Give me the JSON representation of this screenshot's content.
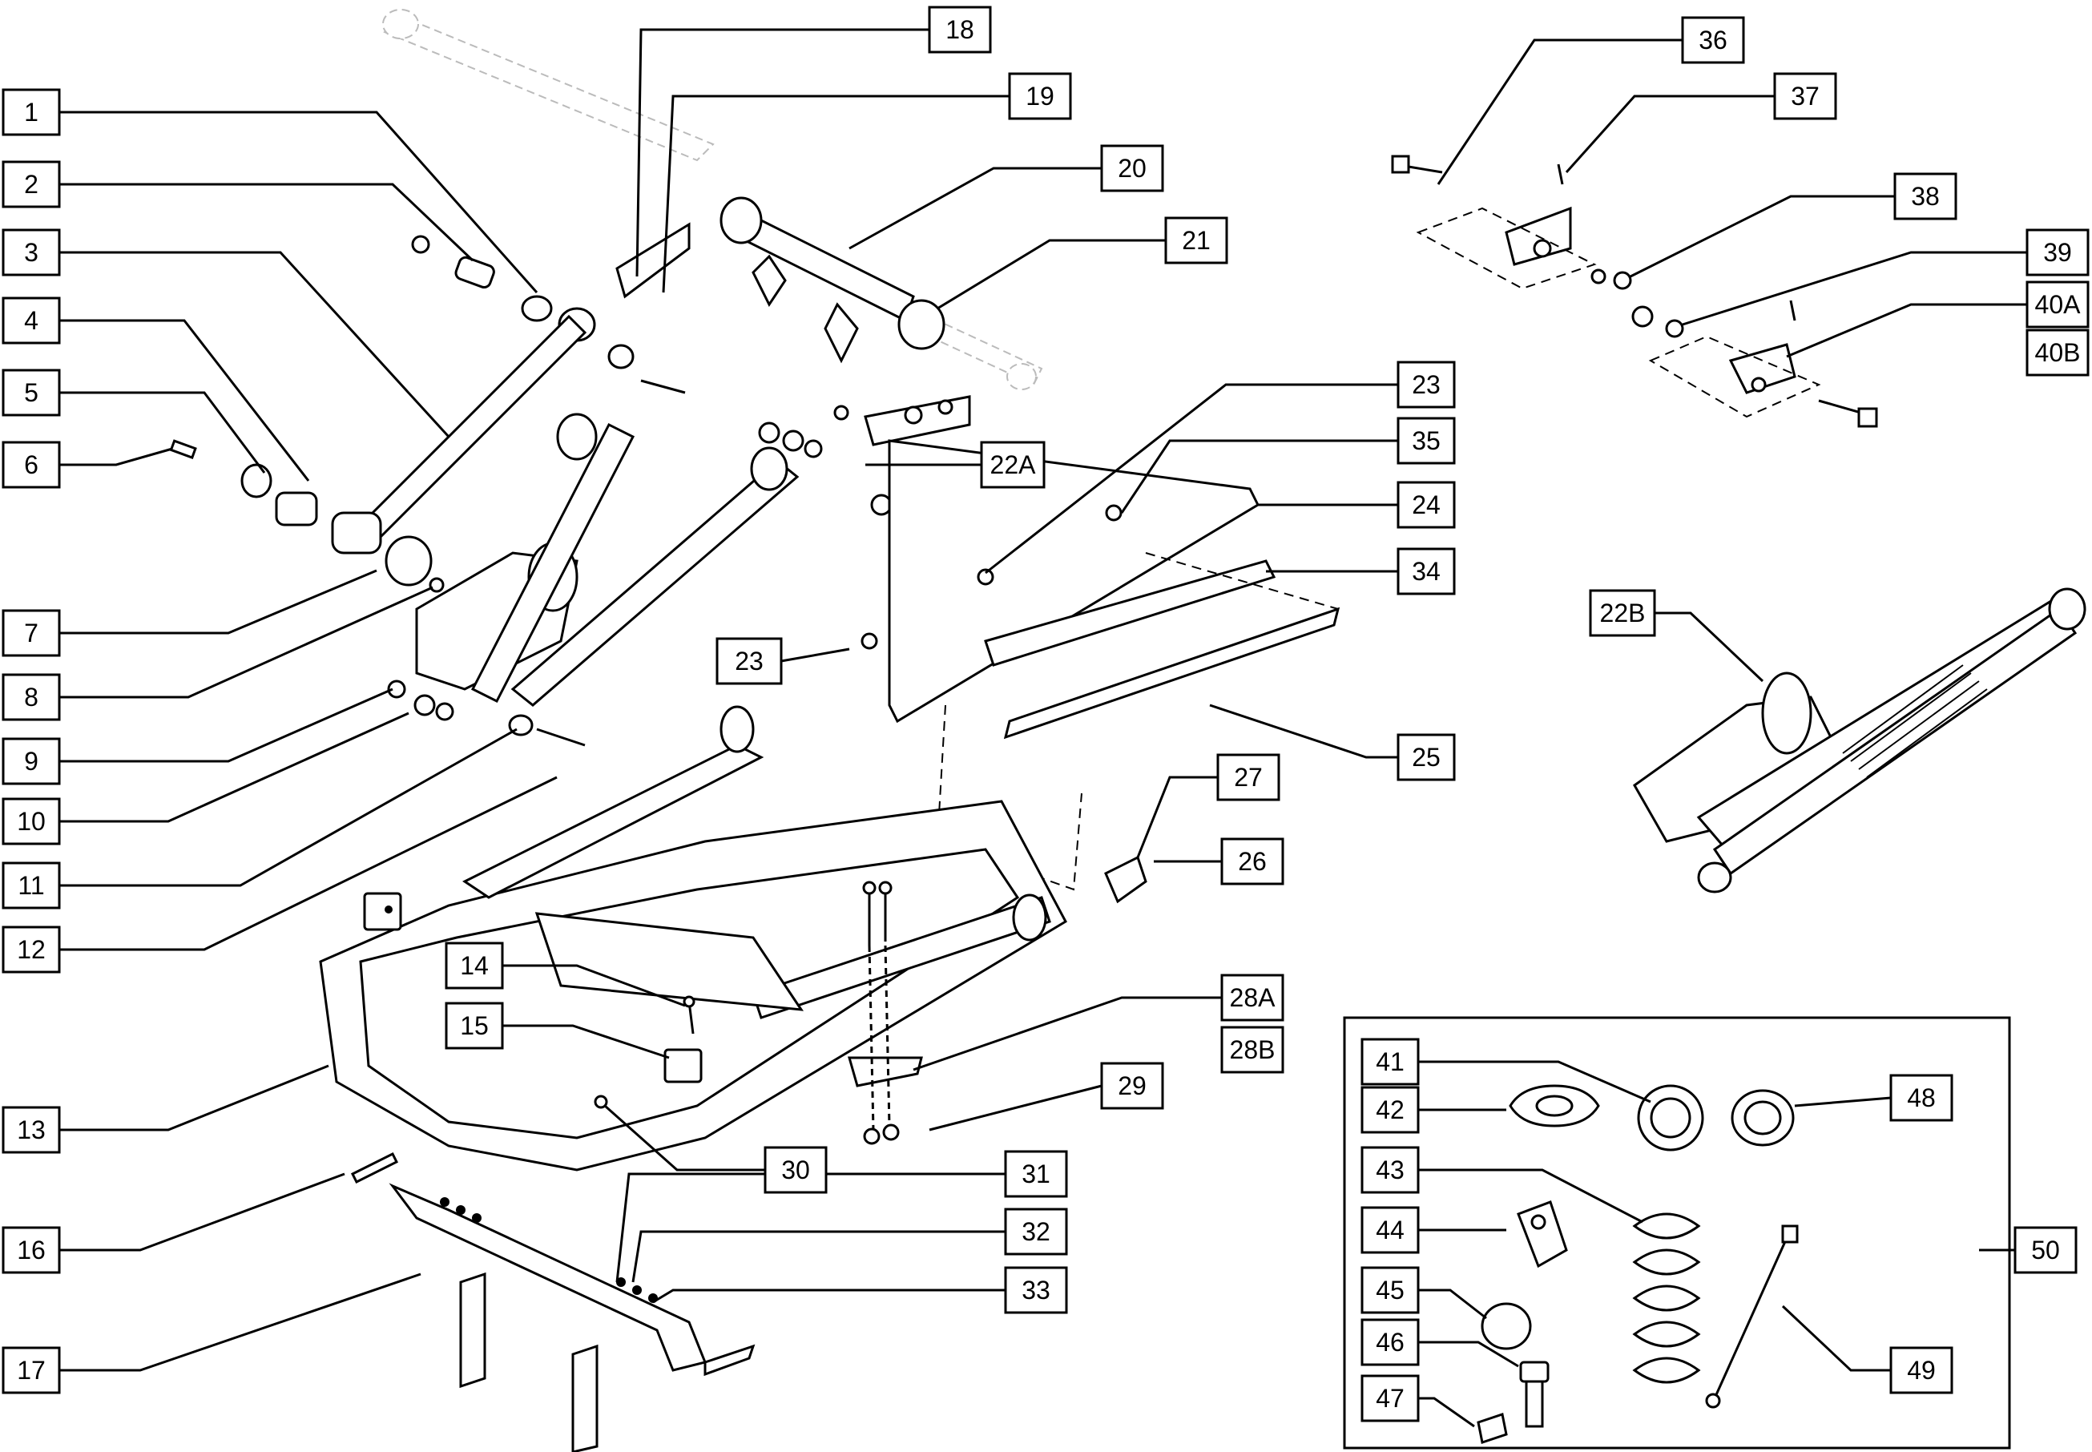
{
  "callouts": {
    "c1": "1",
    "c2": "2",
    "c3": "3",
    "c4": "4",
    "c5": "5",
    "c6": "6",
    "c7": "7",
    "c8": "8",
    "c9": "9",
    "c10": "10",
    "c11": "11",
    "c12": "12",
    "c13": "13",
    "c14": "14",
    "c15": "15",
    "c16": "16",
    "c17": "17",
    "c18": "18",
    "c19": "19",
    "c20": "20",
    "c21": "21",
    "c22a": "22A",
    "c22b": "22B",
    "c23a": "23",
    "c23b": "23",
    "c24": "24",
    "c25": "25",
    "c26": "26",
    "c27": "27",
    "c28a": "28A",
    "c28b": "28B",
    "c29": "29",
    "c30": "30",
    "c31": "31",
    "c32": "32",
    "c33": "33",
    "c34": "34",
    "c35": "35",
    "c36": "36",
    "c37": "37",
    "c38": "38",
    "c39": "39",
    "c40a": "40A",
    "c40b": "40B",
    "c41": "41",
    "c42": "42",
    "c43": "43",
    "c44": "44",
    "c45": "45",
    "c46": "46",
    "c47": "47",
    "c48": "48",
    "c49": "49",
    "c50": "50"
  }
}
